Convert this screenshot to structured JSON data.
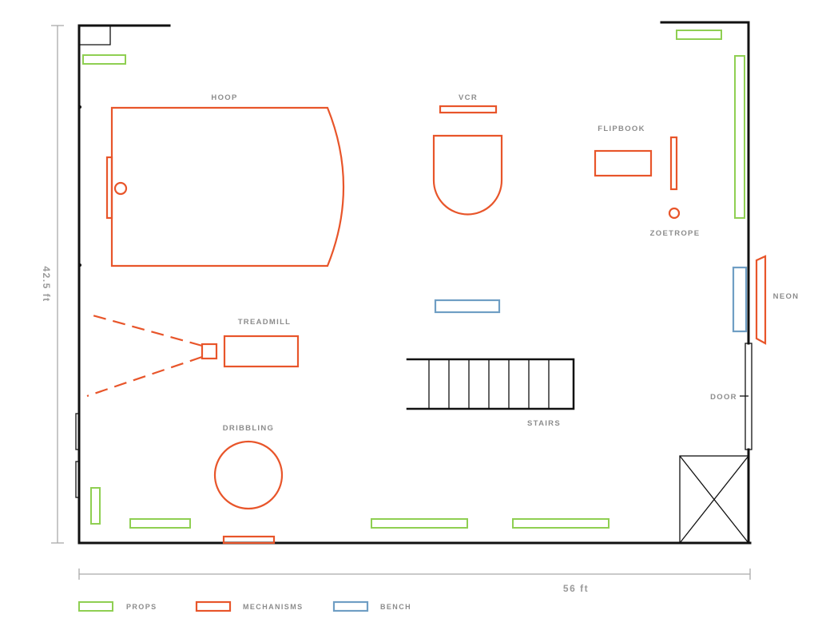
{
  "colors": {
    "props": "#8fcf52",
    "mechanisms": "#e8552a",
    "bench": "#6f9ec4",
    "walls": "#111111",
    "labels": "#8c8c8c"
  },
  "dimensions": {
    "width": "56 ft",
    "height": "42.5 ft"
  },
  "labels": {
    "hoop": "HOOP",
    "vcr": "VCR",
    "flipbook": "FLIPBOOK",
    "zoetrope": "ZOETROPE",
    "neon": "NEON",
    "treadmill": "TREADMILL",
    "stairs": "STAIRS",
    "door": "DOOR",
    "dribbling": "DRIBBLING"
  },
  "legend": [
    {
      "key": "props",
      "label": "PROPS"
    },
    {
      "key": "mechanisms",
      "label": "MECHANISMS"
    },
    {
      "key": "bench",
      "label": "BENCH"
    }
  ]
}
